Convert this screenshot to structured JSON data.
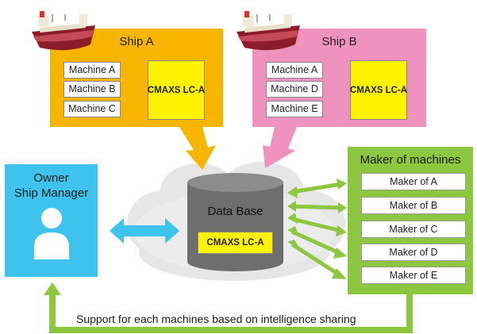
{
  "ship_a": {
    "title": "Ship A",
    "machines": [
      "Machine A",
      "Machine B",
      "Machine C"
    ],
    "system": "CMAXS LC-A",
    "color": "#f7b500"
  },
  "ship_b": {
    "title": "Ship B",
    "machines": [
      "Machine A",
      "Machine D",
      "Machine E"
    ],
    "system": "CMAXS LC-A",
    "color": "#ef92bd"
  },
  "owner": {
    "line1": "Owner",
    "line2": "Ship Manager",
    "color": "#3ec3ef"
  },
  "database": {
    "label": "Data Base",
    "system": "CMAXS LC-A"
  },
  "makers": {
    "title": "Maker of machines",
    "items": [
      "Maker of A",
      "Maker of B",
      "Maker of C",
      "Maker of D",
      "Maker of E"
    ],
    "color": "#8dc63f"
  },
  "support_text": "Support for each machines based on intelligence sharing",
  "icons": [
    "ship-icon",
    "person-icon",
    "cloud-icon",
    "database-cylinder-icon"
  ]
}
